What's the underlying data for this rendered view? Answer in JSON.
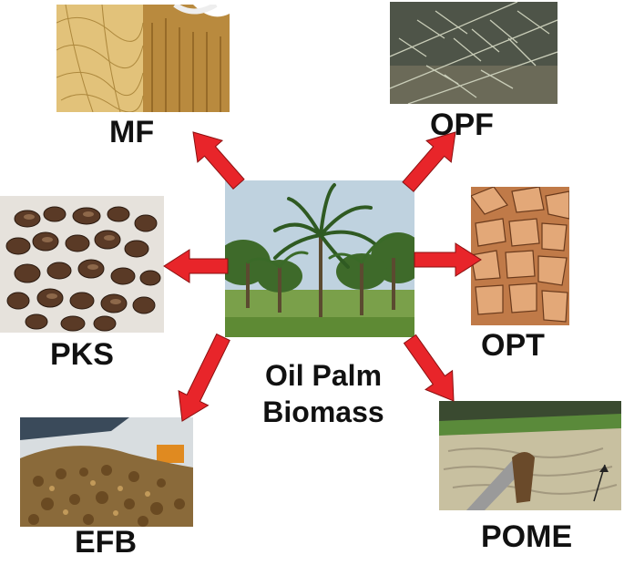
{
  "center": {
    "line1": "Oil Palm",
    "line2": "Biomass"
  },
  "nodes": {
    "mf": {
      "label": "MF"
    },
    "opf": {
      "label": "OPF"
    },
    "pks": {
      "label": "PKS"
    },
    "opt": {
      "label": "OPT"
    },
    "efb": {
      "label": "EFB"
    },
    "pome": {
      "label": "POME"
    }
  },
  "colors": {
    "arrow": "#e8252a",
    "arrow_outline": "#8a1010"
  }
}
